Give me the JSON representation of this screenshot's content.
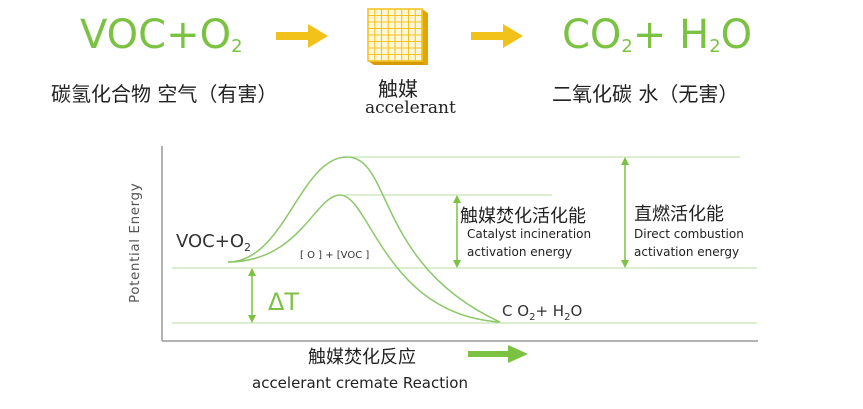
{
  "process": {
    "reactant": {
      "main": "VOC+O",
      "sub": "2"
    },
    "reactant_desc": "碳氢化合物 空气（有害）",
    "catalyst_cn": "触媒",
    "catalyst_en": "accelerant",
    "product": {
      "part1": "CO",
      "sub1": "2",
      "part2": "+ H",
      "sub2": "2",
      "part3": "O"
    },
    "product_desc": "二氧化碳 水（无害）"
  },
  "diagram": {
    "y_axis_label": "Potential Energy",
    "reactant": {
      "main": "VOC+O",
      "sub": "2"
    },
    "intermediate": "[ O ] + [VOC ]",
    "product": {
      "part1": "C O",
      "sub1": "2",
      "part2": "+ H",
      "sub2": "2",
      "part3": "O"
    },
    "delta_t": "ΔT",
    "catalytic": {
      "cn": "触媒焚化活化能",
      "en1": "Catalyst incineration",
      "en2": "activation energy"
    },
    "direct": {
      "cn": "直燃活化能",
      "en1": "Direct combustion",
      "en2": "activation energy"
    },
    "reaction_cn": "触媒焚化反应",
    "reaction_en": "accelerant cremate Reaction"
  },
  "colors": {
    "green": "#7cc242",
    "arrow_yellow": "#f2c21b",
    "grid_yellow": "#f3c325",
    "line_green": "#8cc86a",
    "guide_green": "#b8dca0",
    "axis_gray": "#9a9a9a"
  }
}
